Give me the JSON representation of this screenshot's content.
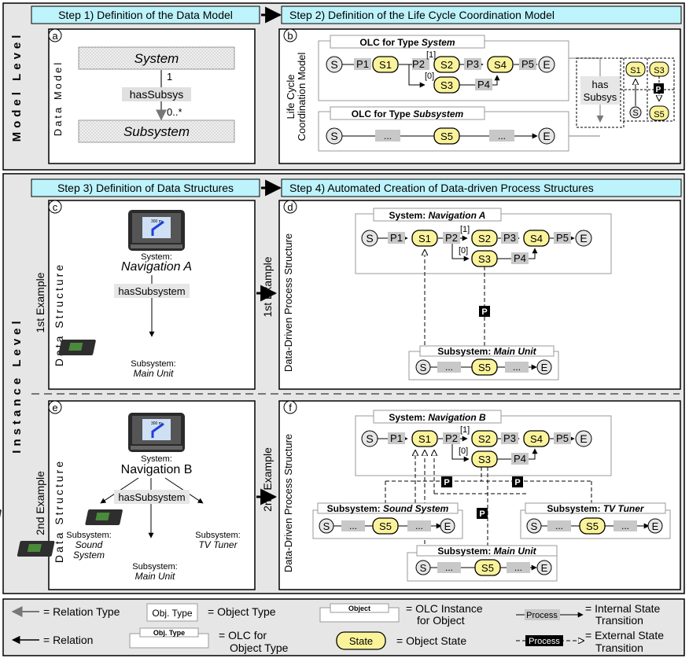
{
  "levels": {
    "model": "Model Level",
    "instance": "Instance Level"
  },
  "steps": {
    "s1": "Step 1) Definition of the Data Model",
    "s2": "Step 2) Definition of the Life Cycle Coordination Model",
    "s3": "Step 3) Definition of Data Structures",
    "s4": "Step 4) Automated Creation of Data-driven Process Structures"
  },
  "panel_letters": {
    "a": "a",
    "b": "b",
    "c": "c",
    "d": "d",
    "e": "e",
    "f": "f"
  },
  "panel_a": {
    "side_label": "Data Model",
    "type_system": "System",
    "type_subsystem": "Subsystem",
    "relation": "hasSubsys",
    "card_top": "1",
    "card_bottom": "0..*"
  },
  "panel_b": {
    "side_label_1": "Life Cycle",
    "side_label_2": "Coordination Model",
    "olc_system_prefix": "OLC for Type ",
    "olc_system_type": "System",
    "olc_subsystem_prefix": "OLC for Type ",
    "olc_subsystem_type": "Subsystem",
    "has": "has",
    "subsys": "Subsys"
  },
  "states": {
    "S": "S",
    "E": "E",
    "S1": "S1",
    "S2": "S2",
    "S3": "S3",
    "S4": "S4",
    "S5": "S5",
    "P": "P",
    "P1": "P1",
    "P2": "P2",
    "P3": "P3",
    "P4": "P4",
    "P5": "P5",
    "b1": "[1]",
    "b0": "[0]",
    "dots": "..."
  },
  "panel_c": {
    "side_label_1": "1st Example",
    "side_label_2": "Data Structure",
    "screen": "300 m",
    "sys_caption": "System:",
    "sys_name": "Navigation A",
    "relation": "hasSubsystem",
    "sub_caption": "Subsystem:",
    "sub_name": "Main Unit"
  },
  "panel_d": {
    "side_label_1": "1st Example",
    "side_label_2": "Data-Driven Process Structure",
    "sys_prefix": "System: ",
    "sys_name": "Navigation A",
    "sub_prefix": "Subsystem: ",
    "sub_name": "Main Unit"
  },
  "panel_e": {
    "side_label_1": "2nd Example",
    "side_label_2": "Data Structure",
    "screen": "300 m",
    "sys_caption": "System:",
    "sys_name": "Navigation B",
    "relation": "hasSubsystem",
    "sub_caption": "Subsystem:",
    "sub1_a": "Sound",
    "sub1_b": "System",
    "sub2": "Main Unit",
    "sub3": "TV Tuner"
  },
  "panel_f": {
    "side_label_1": "2nd Example",
    "side_label_2": "Data-Driven Process Structure",
    "sys_prefix": "System: ",
    "sys_name": "Navigation B",
    "sub_prefix": "Subsystem: ",
    "sub_sound": "Sound System",
    "sub_tv": "TV Tuner",
    "sub_main": "Main Unit"
  },
  "legend": {
    "relation_type": "= Relation Type",
    "obj_type_box": "Obj. Type",
    "object_type": "= Object Type",
    "object_box": "Object",
    "olc_instance_1": "= OLC Instance",
    "olc_instance_2": "for Object",
    "process": "Process",
    "internal_1": "= Internal State",
    "internal_2": "Transition",
    "relation": "= Relation",
    "olc_type_1": "= OLC for",
    "olc_type_2": "Object Type",
    "state_box": "State",
    "object_state": "= Object State",
    "external_1": "= External State",
    "external_2": "Transition"
  },
  "colors": {
    "state_fill": "#fbf39a",
    "step_fill": "#bdf3fb",
    "label_fill": "#bdbdbd",
    "bg_gray": "#e9e9e9"
  }
}
